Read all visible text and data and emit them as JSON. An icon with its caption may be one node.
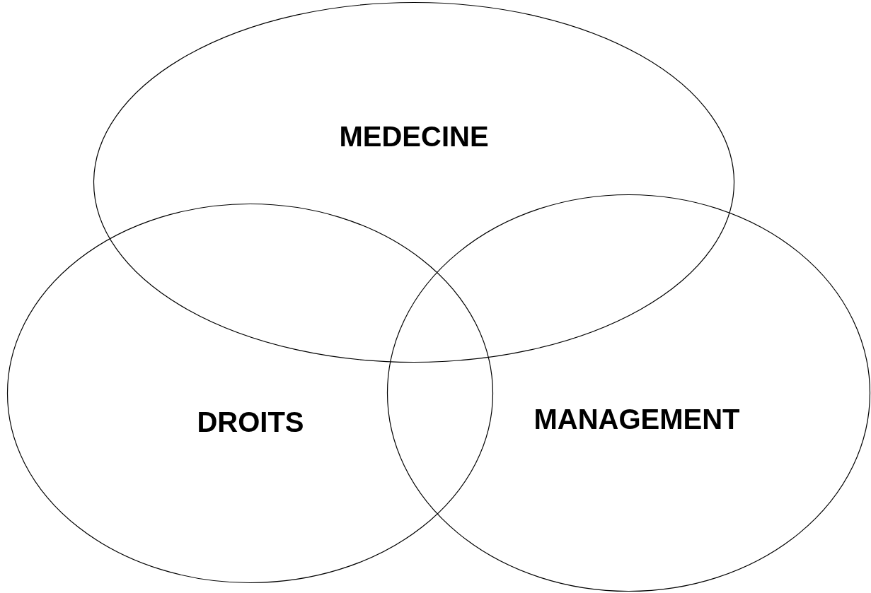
{
  "diagram": {
    "nodes": [
      {
        "text": [
          "MEDECINE"
        ]
      },
      {
        "text": [
          "DROITS"
        ]
      },
      {
        "text": [
          "MANAGEMENT"
        ]
      }
    ]
  }
}
